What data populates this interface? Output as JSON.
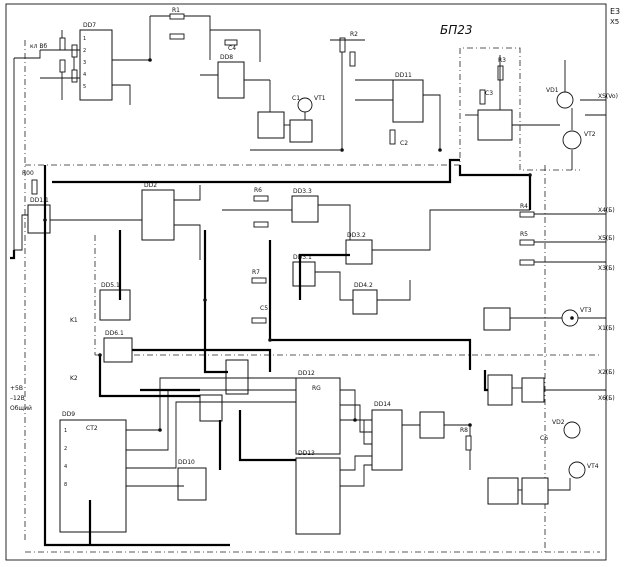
{
  "title": "БП23",
  "corner": {
    "line1": "Е3",
    "line2": "Х5"
  },
  "labels": {
    "ic_top_left": "DD7",
    "ic_top_mid": "DD8",
    "ic_top_right": "DD11",
    "ic_b1": "DD1.1",
    "ic_b2": "DD2",
    "ic_b3": "DD3.3",
    "ic_b4": "DD3.2",
    "ic_b5": "DD3.1",
    "ic_b6": "DD4.2",
    "ic_b7": "DD5.1",
    "ic_b8": "DD6.1",
    "ic_b9": "DD9",
    "ic_b10": "DD10",
    "ic_b11": "DD12",
    "ic_b12": "DD13",
    "ic_b13": "DD14",
    "left_conn_1": "+5В",
    "left_conn_2": "–12В",
    "left_conn_3": "Общий",
    "right_1": "ХS(Vo)",
    "right_2": "Х4(Б)",
    "right_3": "Х5(Б)",
    "right_4": "Х3(Б)",
    "right_5": "Х1(Б)",
    "right_6": "Х2(Б)",
    "right_7": "Х6(Б)",
    "vt1": "VT1",
    "vt2": "VT2",
    "vt3": "VT3",
    "vt4": "VT4",
    "vd1": "VD1",
    "vd2": "VD2",
    "c1": "C1",
    "c2": "C2",
    "c3": "C3",
    "c4": "C4",
    "c5": "C5",
    "c6": "C6",
    "r1": "R1",
    "r2": "R2",
    "r3": "R3",
    "r4": "R4",
    "r5": "R5",
    "r6": "R6",
    "r7": "R7",
    "r8": "R8",
    "k1": "K1",
    "k2": "K2",
    "ct2": "СТ2",
    "rg": "RG"
  }
}
